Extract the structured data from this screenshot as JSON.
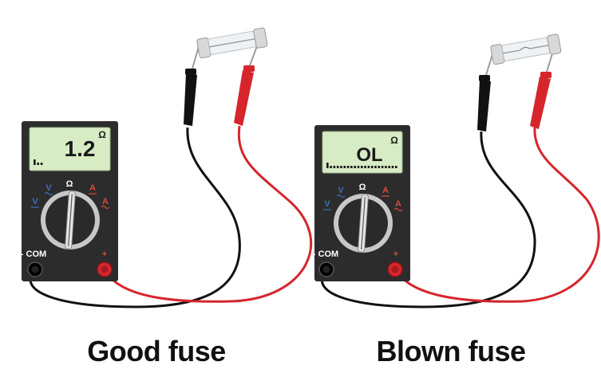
{
  "meters": [
    {
      "reading": "1.2",
      "unit_symbol": "Ω",
      "dial_mode": "Ω",
      "com_label": "- COM",
      "plus_label": "+",
      "caption": "Good fuse",
      "bar_segments": 3
    },
    {
      "reading": "OL",
      "unit_symbol": "Ω",
      "dial_mode": "Ω",
      "com_label": "- COM",
      "plus_label": "+",
      "caption": "Blown fuse",
      "bar_segments": 21
    }
  ],
  "dial_marks": {
    "v_dc": "V",
    "v_ac": "V",
    "a_dc": "A",
    "a_ac": "A"
  },
  "colors": {
    "meter_body": "#2c2c2c",
    "lcd": "#d7ecc5",
    "red_lead": "#d6262c",
    "black_lead": "#111111",
    "dial_blue": "#3f6fb5",
    "dial_red": "#d64a3a"
  }
}
